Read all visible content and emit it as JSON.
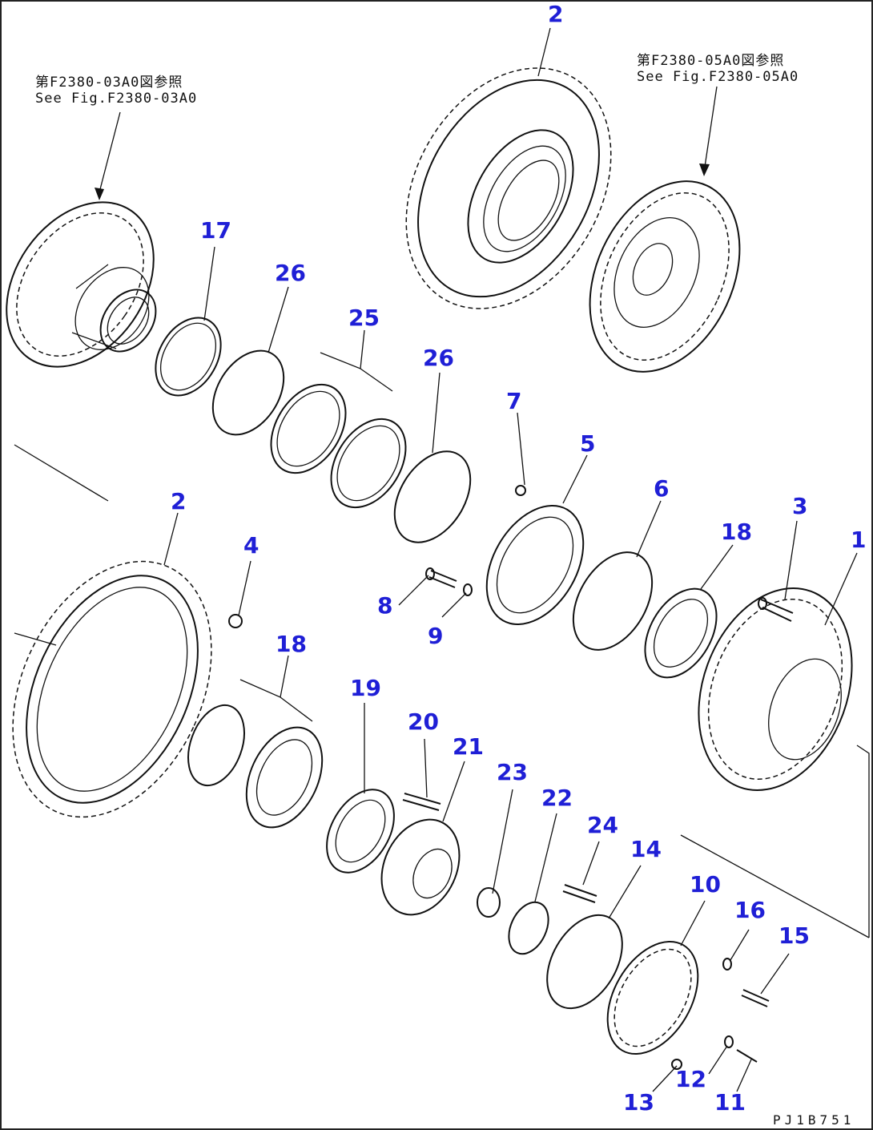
{
  "refs": {
    "left": {
      "line1": "第F2380-03A0図参照",
      "line2": "See Fig.F2380-03A0"
    },
    "right": {
      "line1": "第F2380-05A0図参照",
      "line2": "See Fig.F2380-05A0"
    }
  },
  "drawing_code": "PJ1B751",
  "callouts": [
    {
      "id": "c-2-top",
      "label": "2"
    },
    {
      "id": "c-17",
      "label": "17"
    },
    {
      "id": "c-26-a",
      "label": "26"
    },
    {
      "id": "c-25",
      "label": "25"
    },
    {
      "id": "c-26-b",
      "label": "26"
    },
    {
      "id": "c-7",
      "label": "7"
    },
    {
      "id": "c-5",
      "label": "5"
    },
    {
      "id": "c-6",
      "label": "6"
    },
    {
      "id": "c-18-a",
      "label": "18"
    },
    {
      "id": "c-3",
      "label": "3"
    },
    {
      "id": "c-1",
      "label": "1"
    },
    {
      "id": "c-2-mid",
      "label": "2"
    },
    {
      "id": "c-4",
      "label": "4"
    },
    {
      "id": "c-8",
      "label": "8"
    },
    {
      "id": "c-9",
      "label": "9"
    },
    {
      "id": "c-18-b",
      "label": "18"
    },
    {
      "id": "c-19",
      "label": "19"
    },
    {
      "id": "c-20",
      "label": "20"
    },
    {
      "id": "c-21",
      "label": "21"
    },
    {
      "id": "c-23",
      "label": "23"
    },
    {
      "id": "c-22",
      "label": "22"
    },
    {
      "id": "c-24",
      "label": "24"
    },
    {
      "id": "c-14",
      "label": "14"
    },
    {
      "id": "c-10",
      "label": "10"
    },
    {
      "id": "c-16",
      "label": "16"
    },
    {
      "id": "c-15",
      "label": "15"
    },
    {
      "id": "c-13",
      "label": "13"
    },
    {
      "id": "c-12",
      "label": "12"
    },
    {
      "id": "c-11",
      "label": "11"
    }
  ]
}
